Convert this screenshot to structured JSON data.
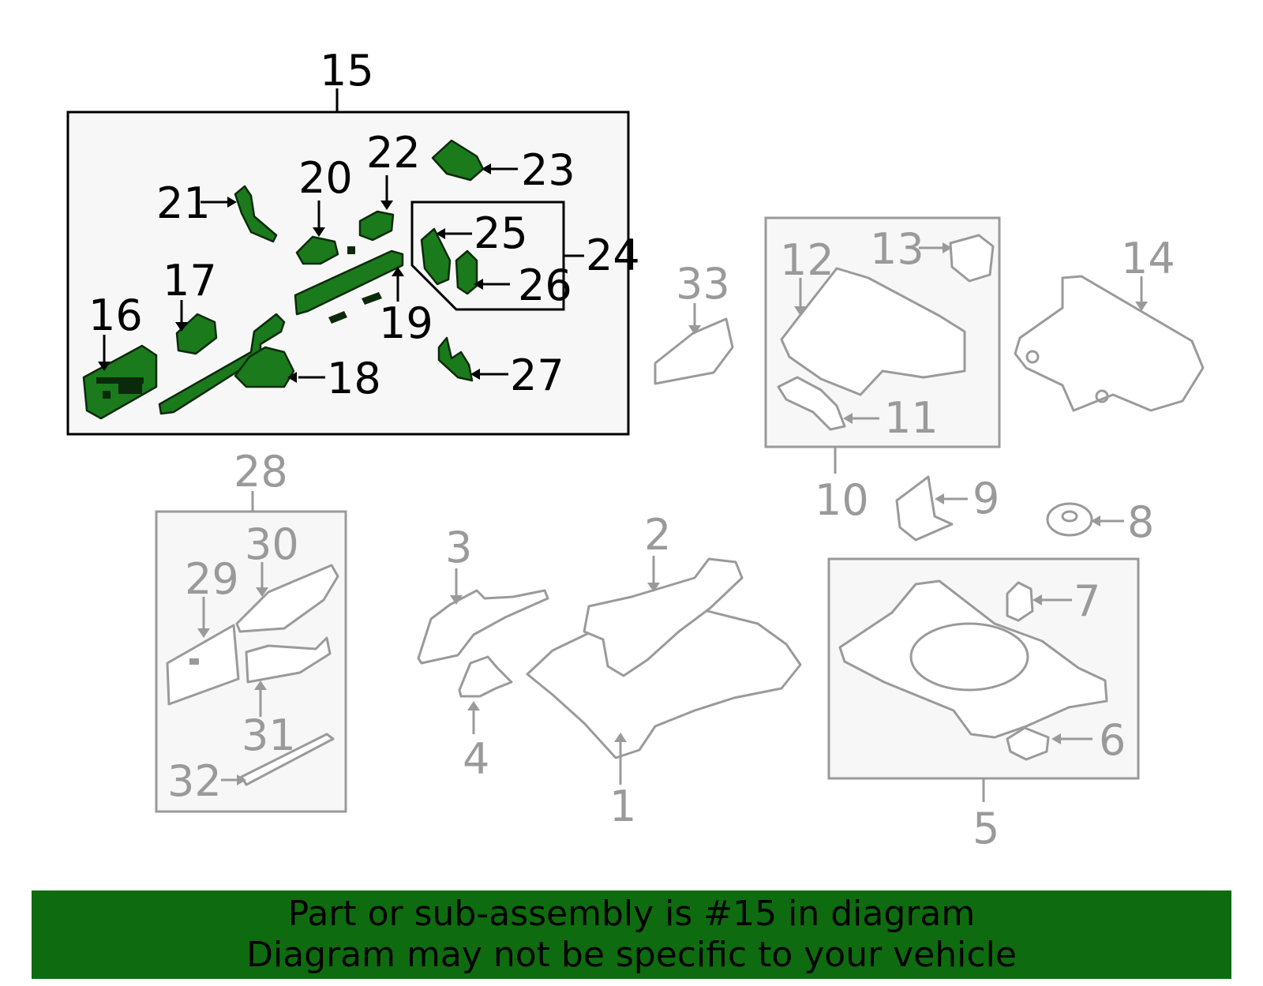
{
  "diagram": {
    "highlighted_callout": "15",
    "callouts": {
      "c1": "1",
      "c2": "2",
      "c3": "3",
      "c4": "4",
      "c5": "5",
      "c6": "6",
      "c7": "7",
      "c8": "8",
      "c9": "9",
      "c10": "10",
      "c11": "11",
      "c12": "12",
      "c13": "13",
      "c14": "14",
      "c15": "15",
      "c16": "16",
      "c17": "17",
      "c18": "18",
      "c19": "19",
      "c20": "20",
      "c21": "21",
      "c22": "22",
      "c23": "23",
      "c24": "24",
      "c25": "25",
      "c26": "26",
      "c27": "27",
      "c28": "28",
      "c29": "29",
      "c30": "30",
      "c31": "31",
      "c32": "32",
      "c33": "33"
    },
    "colors": {
      "highlight_part": "#1b7a1b",
      "dim_line": "#9a9a9a",
      "banner_bg": "#0f6b0f"
    }
  },
  "banner": {
    "line1": "Part or sub-assembly is #15 in diagram",
    "line2": "Diagram may not be specific to your vehicle"
  }
}
